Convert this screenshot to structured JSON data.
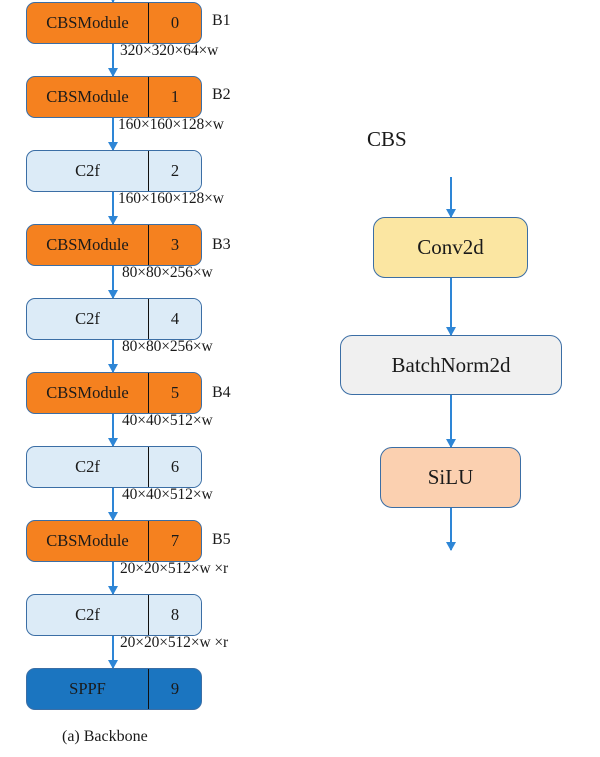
{
  "figure": {
    "caption": "(a) Backbone",
    "accent_arrow_color": "#2E86D6",
    "border_color": "#3b6ea5"
  },
  "backbone": {
    "nodes": [
      {
        "label": "CBSModule",
        "index": "0",
        "kind": "cbs",
        "color": "#F5811F",
        "stage": "B1"
      },
      {
        "label": "CBSModule",
        "index": "1",
        "kind": "cbs",
        "color": "#F5811F",
        "stage": "B2"
      },
      {
        "label": "C2f",
        "index": "2",
        "kind": "c2f",
        "color": "#DCEBF7",
        "stage": ""
      },
      {
        "label": "CBSModule",
        "index": "3",
        "kind": "cbs",
        "color": "#F5811F",
        "stage": "B3"
      },
      {
        "label": "C2f",
        "index": "4",
        "kind": "c2f",
        "color": "#DCEBF7",
        "stage": ""
      },
      {
        "label": "CBSModule",
        "index": "5",
        "kind": "cbs",
        "color": "#F5811F",
        "stage": "B4"
      },
      {
        "label": "C2f",
        "index": "6",
        "kind": "c2f",
        "color": "#DCEBF7",
        "stage": ""
      },
      {
        "label": "CBSModule",
        "index": "7",
        "kind": "cbs",
        "color": "#F5811F",
        "stage": "B5"
      },
      {
        "label": "C2f",
        "index": "8",
        "kind": "c2f",
        "color": "#DCEBF7",
        "stage": ""
      },
      {
        "label": "SPPF",
        "index": "9",
        "kind": "sppf",
        "color": "#1B75C0",
        "stage": ""
      }
    ],
    "edge_labels": [
      "320×320×64×w",
      "160×160×128×w",
      "160×160×128×w",
      "80×80×256×w",
      "80×80×256×w",
      "40×40×512×w",
      "40×40×512×w",
      "20×20×512×w ×r",
      "20×20×512×w ×r"
    ]
  },
  "cbs_detail": {
    "title": "CBS",
    "nodes": [
      {
        "label": "Conv2d",
        "kind": "conv",
        "color": "#FBE6A2"
      },
      {
        "label": "BatchNorm2d",
        "kind": "bn",
        "color": "#F0F0F0"
      },
      {
        "label": "SiLU",
        "kind": "silu",
        "color": "#FBD0B0"
      }
    ]
  }
}
